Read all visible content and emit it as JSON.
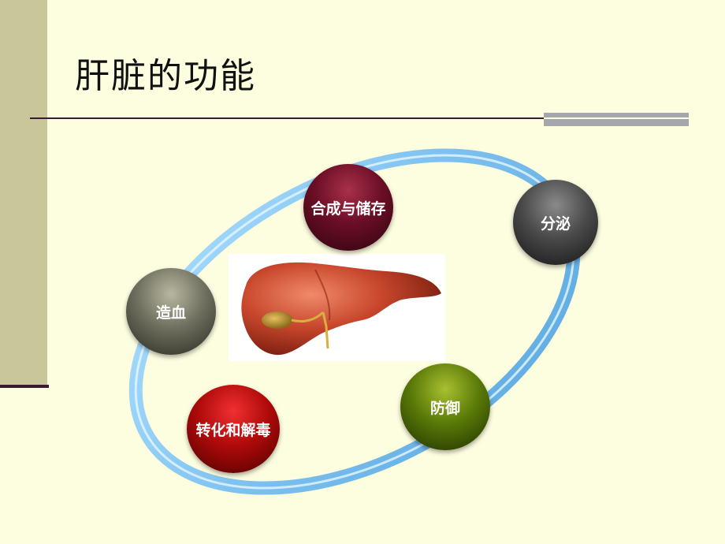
{
  "title": "肝脏的功能",
  "nodes": {
    "synthesis": "合成与储存",
    "secretion": "分泌",
    "hematopoiesis": "造血",
    "defense": "防御",
    "detox": "转化和解毒"
  },
  "colors": {
    "background": "#fdfde0",
    "sidebar": "#c9c79a",
    "ring": "#8ec8f0",
    "liver": "#c0462e"
  },
  "image": "liver-illustration"
}
